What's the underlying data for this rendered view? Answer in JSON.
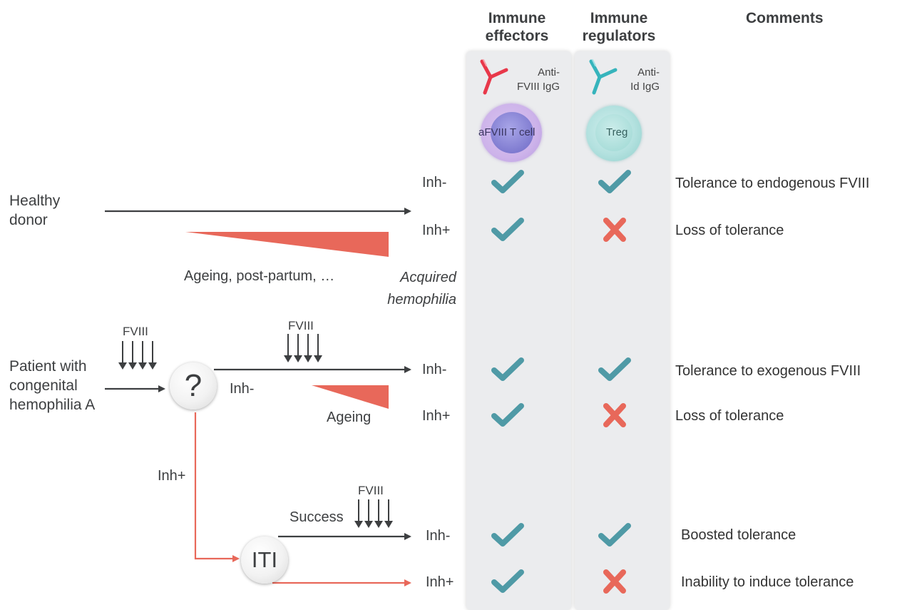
{
  "headers": {
    "effectors": "Immune effectors",
    "regulators": "Immune regulators",
    "comments": "Comments"
  },
  "effectors_panel": {
    "antibody_label_line1": "Anti-",
    "antibody_label_line2": "FVIII IgG",
    "cell_label": "aFVIII T cell",
    "antibody_color": "#e8384a",
    "cell_color": "#7b74c9"
  },
  "regulators_panel": {
    "antibody_label_line1": "Anti-",
    "antibody_label_line2": "Id IgG",
    "cell_label": "Treg",
    "antibody_color": "#36b4bc",
    "cell_color": "#9fd7d4"
  },
  "healthy_donor": {
    "label_line1": "Healthy",
    "label_line2": "donor",
    "inh_minus": "Inh-",
    "inh_plus": "Inh+",
    "triggers": "Ageing, post-partum, …",
    "outcome_line1": "Acquired",
    "outcome_line2": "hemophilia"
  },
  "patient": {
    "label_line1": "Patient with",
    "label_line2": "congenital",
    "label_line3": "hemophilia A",
    "fviii_label": "FVIII",
    "question": "?",
    "branch_inh_minus": "Inh-",
    "branch_inh_plus": "Inh+",
    "fviii_label_2": "FVIII",
    "ageing": "Ageing",
    "out_inh_minus": "Inh-",
    "out_inh_plus": "Inh+"
  },
  "iti": {
    "label": "ITI",
    "success": "Success",
    "fviii_label": "FVIII",
    "out_inh_minus": "Inh-",
    "out_inh_plus": "Inh+"
  },
  "comments": {
    "row1": "Tolerance to endogenous FVIII",
    "row2": "Loss of tolerance",
    "row3": "Tolerance to exogenous FVIII",
    "row4": "Loss of tolerance",
    "row5": "Boosted tolerance",
    "row6": "Inability to induce tolerance"
  },
  "rows": [
    {
      "effectors": "check",
      "regulators": "check"
    },
    {
      "effectors": "check",
      "regulators": "cross"
    },
    {
      "effectors": "check",
      "regulators": "check"
    },
    {
      "effectors": "check",
      "regulators": "cross"
    },
    {
      "effectors": "check",
      "regulators": "check"
    },
    {
      "effectors": "check",
      "regulators": "cross"
    }
  ],
  "colors": {
    "check": "#4f9aa6",
    "cross": "#e8685a",
    "wedge": "#e8685a",
    "arrow_dark": "#3d3f41",
    "arrow_red": "#e8685a"
  }
}
